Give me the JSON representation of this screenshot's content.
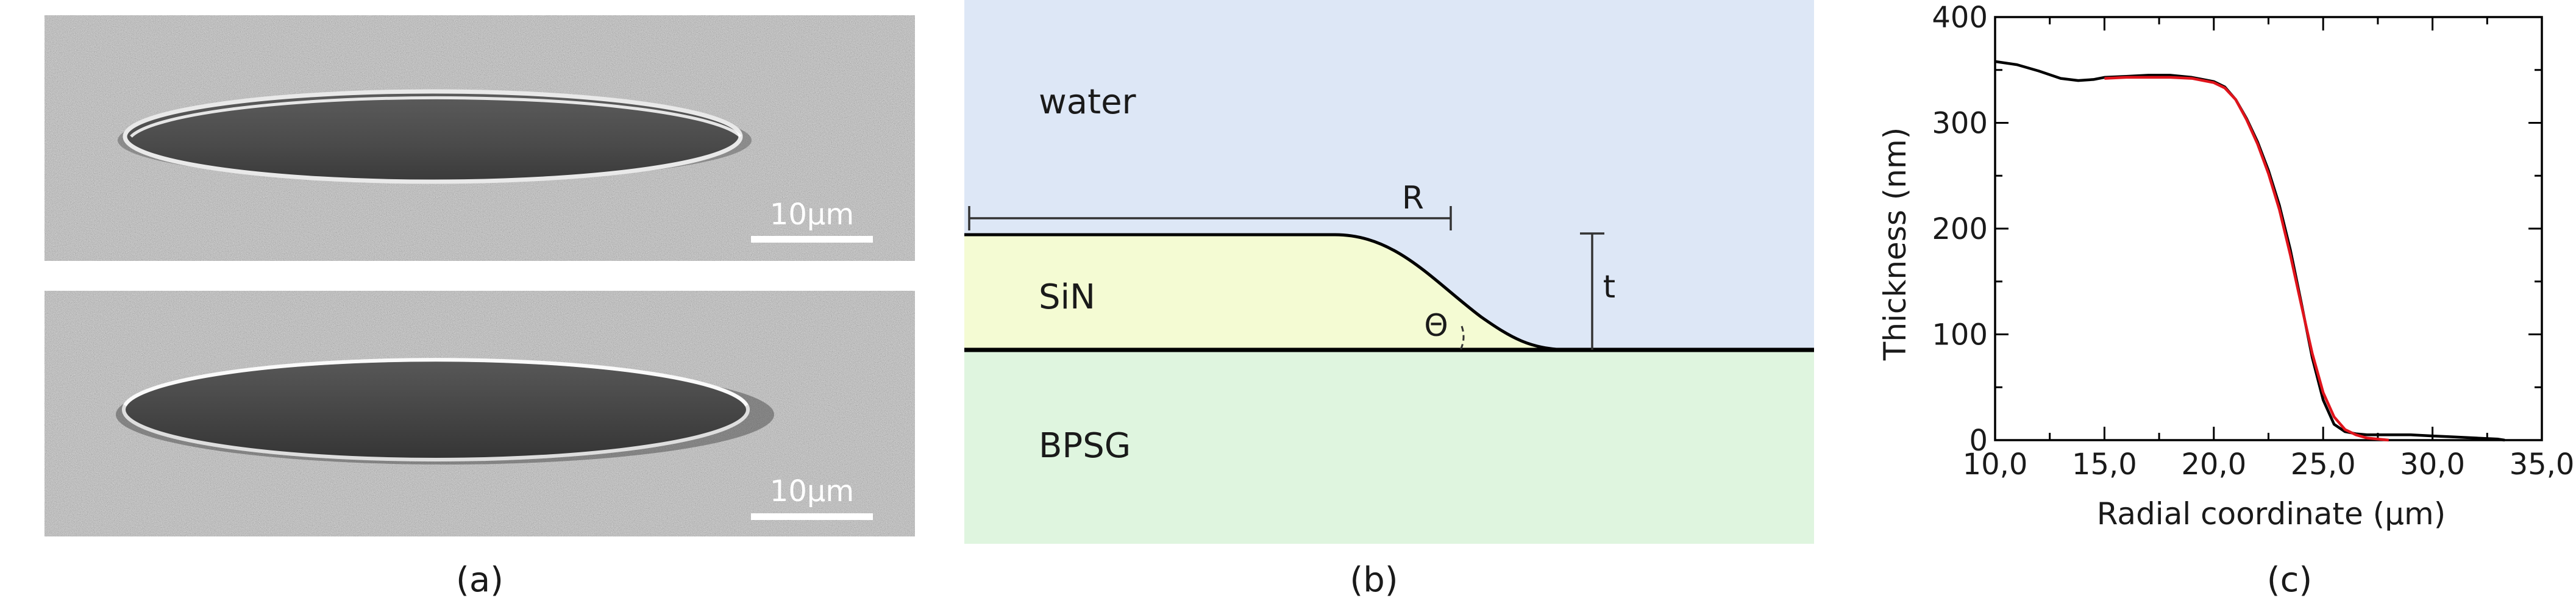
{
  "panel_a": {
    "caption": "(a)",
    "images": [
      {
        "scale_bar_label": "10µm"
      },
      {
        "scale_bar_label": "10µm"
      }
    ]
  },
  "panel_b": {
    "caption": "(b)",
    "layers": {
      "top": "water",
      "middle": "SiN",
      "bottom": "BPSG"
    },
    "symbols": {
      "radius": "R",
      "thickness": "t",
      "angle": "Θ"
    },
    "colors": {
      "water": "#dde7f6",
      "sin": "#f4fbd3",
      "bpsg": "#dff5df"
    }
  },
  "panel_c": {
    "caption": "(c)",
    "chart_data": {
      "type": "line",
      "xlabel": "Radial coordinate (µm)",
      "ylabel": "Thickness (nm)",
      "xlim": [
        10,
        35
      ],
      "ylim": [
        0,
        400
      ],
      "x_ticks": [
        "10,0",
        "15,0",
        "20,0",
        "25,0",
        "30,0",
        "35,0"
      ],
      "y_ticks": [
        "0",
        "100",
        "200",
        "300",
        "400"
      ],
      "grid": false,
      "series": [
        {
          "color": "#000000",
          "x": [
            10,
            11,
            12,
            13,
            13.8,
            14.5,
            15,
            16,
            17,
            18,
            19,
            20,
            20.5,
            21,
            21.5,
            22,
            22.5,
            23,
            23.5,
            24,
            24.5,
            25,
            25.5,
            26,
            26.5,
            27,
            28,
            29,
            30,
            31,
            32,
            33,
            33.3
          ],
          "y": [
            358,
            355,
            349,
            342,
            340,
            341,
            343,
            344,
            345,
            345,
            343,
            339,
            334,
            322,
            304,
            282,
            255,
            222,
            180,
            130,
            78,
            38,
            15,
            8,
            6,
            5,
            5,
            5,
            4,
            3,
            2,
            1,
            0
          ]
        },
        {
          "color": "#e0141c",
          "x": [
            15,
            16,
            17,
            18,
            19,
            20,
            20.5,
            21,
            21.5,
            22,
            22.5,
            23,
            23.5,
            24,
            24.5,
            25,
            25.5,
            26,
            26.5,
            27,
            27.5,
            28
          ],
          "y": [
            342,
            343,
            343,
            343,
            342,
            338,
            333,
            322,
            303,
            280,
            252,
            218,
            175,
            128,
            82,
            45,
            22,
            10,
            5,
            2,
            1,
            0
          ]
        }
      ]
    }
  }
}
